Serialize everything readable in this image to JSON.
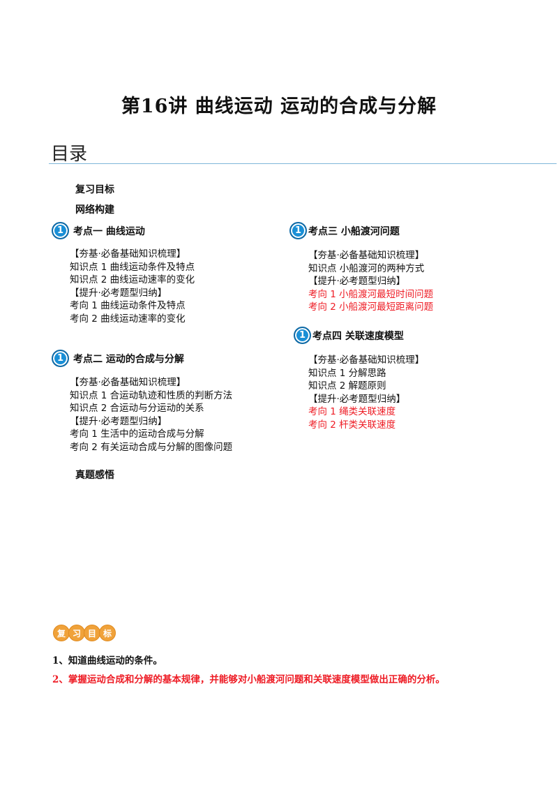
{
  "title": "第16讲  曲线运动  运动的合成与分解",
  "toc": {
    "heading": "目录",
    "review_goal": "复习目标",
    "network": "网络构建",
    "real_exam": "真题感悟"
  },
  "sections": [
    {
      "badge": "1",
      "title": "考点一    曲线运动",
      "items": [
        {
          "text": "【夯基·必备基础知识梳理】",
          "red": false
        },
        {
          "text": "知识点 1  曲线运动条件及特点",
          "red": false
        },
        {
          "text": "知识点 2  曲线运动速率的变化",
          "red": false
        },
        {
          "text": "【提升·必考题型归纳】",
          "red": false
        },
        {
          "text": "考向 1  曲线运动条件及特点",
          "red": false
        },
        {
          "text": "考向 2  曲线运动速率的变化",
          "red": false
        }
      ]
    },
    {
      "badge": "1",
      "title": "考点二    运动的合成与分解",
      "items": [
        {
          "text": "【夯基·必备基础知识梳理】",
          "red": false
        },
        {
          "text": "知识点 1  合运动轨迹和性质的判断方法",
          "red": false
        },
        {
          "text": "知识点 2  合运动与分运动的关系",
          "red": false
        },
        {
          "text": "【提升·必考题型归纳】",
          "red": false
        },
        {
          "text": "考向 1  生活中的运动合成与分解",
          "red": false
        },
        {
          "text": "考向 2  有关运动合成与分解的图像问题",
          "red": false
        }
      ]
    },
    {
      "badge": "1",
      "title": "考点三    小船渡河问题",
      "items": [
        {
          "text": "【夯基·必备基础知识梳理】",
          "red": false
        },
        {
          "text": "知识点  小船渡河的两种方式",
          "red": false
        },
        {
          "text": "【提升·必考题型归纳】",
          "red": false
        },
        {
          "text": "考向 1  小船渡河最短时间问题",
          "red": true
        },
        {
          "text": "考向 2  小船渡河最短距离问题",
          "red": true
        }
      ]
    },
    {
      "badge": "1",
      "title": "考点四    关联速度模型",
      "items": [
        {
          "text": "【夯基·必备基础知识梳理】",
          "red": false
        },
        {
          "text": "知识点 1  分解思路",
          "red": false
        },
        {
          "text": "知识点 2  解题原则",
          "red": false
        },
        {
          "text": "【提升·必考题型归纳】",
          "red": false
        },
        {
          "text": "考向 1    绳类关联速度",
          "red": true
        },
        {
          "text": "考向 2    杆类关联速度",
          "red": true
        }
      ]
    }
  ],
  "review_badge": [
    "复",
    "习",
    "目",
    "标"
  ],
  "goals": [
    "1、知道曲线运动的条件。",
    "2、掌握运动合成和分解的基本规律，并能够对小船渡河问题和关联速度模型做出正确的分析。"
  ],
  "colors": {
    "accent_red": "#ee1c25",
    "badge_blue": "#1a8fd6",
    "badge_orange": "#f0a23a",
    "rule_blue": "#7fb6d9"
  }
}
